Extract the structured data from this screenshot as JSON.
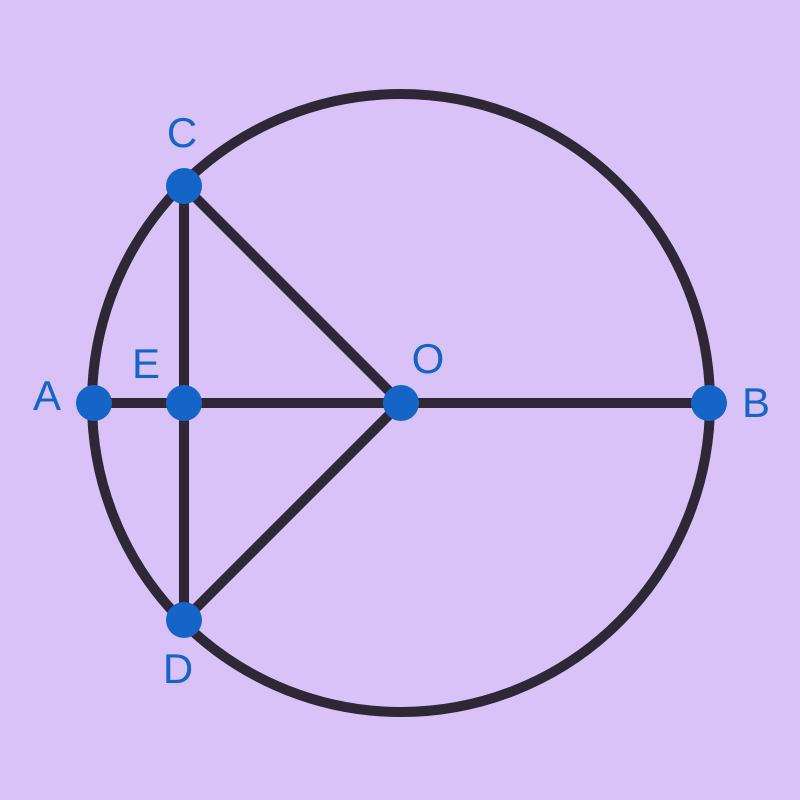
{
  "colors": {
    "background": "#d9c2f8",
    "stroke": "#2f2736",
    "point": "#1565c8",
    "label": "#1565c8"
  },
  "points": {
    "A": {
      "label": "A"
    },
    "B": {
      "label": "B"
    },
    "C": {
      "label": "C"
    },
    "D": {
      "label": "D"
    },
    "E": {
      "label": "E"
    },
    "O": {
      "label": "O"
    }
  },
  "segments": [
    {
      "from": "A",
      "to": "B"
    },
    {
      "from": "C",
      "to": "D"
    },
    {
      "from": "O",
      "to": "C"
    },
    {
      "from": "O",
      "to": "D"
    }
  ],
  "circle": {
    "center": "O",
    "through": [
      "A",
      "B",
      "C",
      "D"
    ]
  }
}
